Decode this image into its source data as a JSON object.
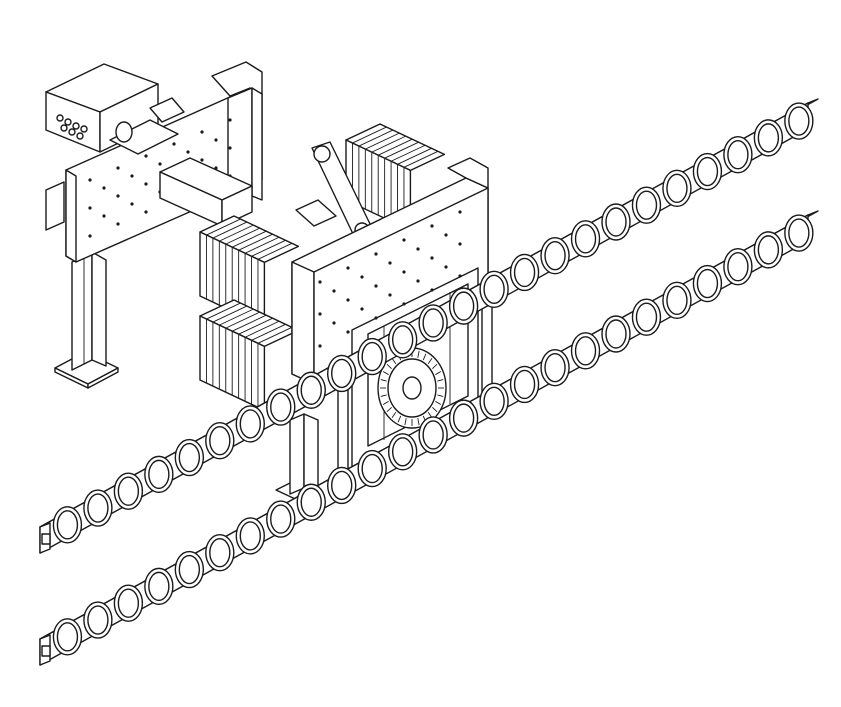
{
  "diagram": {
    "subject": "",
    "colors": {
      "line": "#1a1a1a",
      "background": "#ffffff",
      "face": "#ffffff"
    },
    "components": [
      {
        "id": "control-box",
        "icon": "electrical-enclosure"
      },
      {
        "id": "support-post-left",
        "icon": "column"
      },
      {
        "id": "support-post-center",
        "icon": "column"
      },
      {
        "id": "rear-frame",
        "icon": "plate-frame"
      },
      {
        "id": "front-frame",
        "icon": "plate-frame"
      },
      {
        "id": "rotator-gear",
        "icon": "gear"
      },
      {
        "id": "vacuum-reservoir-upper",
        "icon": "finned-block"
      },
      {
        "id": "vacuum-reservoir-lower",
        "icon": "finned-block"
      },
      {
        "id": "vacuum-reservoir-top",
        "icon": "finned-block"
      },
      {
        "id": "suction-beam-upper",
        "icon": "beam",
        "pad_count": 25
      },
      {
        "id": "suction-beam-lower",
        "icon": "beam",
        "pad_count": 25
      }
    ]
  }
}
